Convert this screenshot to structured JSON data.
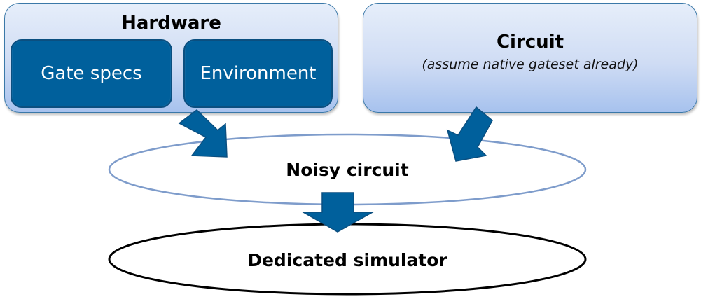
{
  "hardware": {
    "title": "Hardware",
    "components": [
      {
        "label": "Gate specs"
      },
      {
        "label": "Environment"
      }
    ]
  },
  "circuit": {
    "title": "Circuit",
    "subtitle": "(assume native gateset already)"
  },
  "nodes": {
    "noisy_circuit": "Noisy circuit",
    "simulator": "Dedicated simulator"
  },
  "edges": [
    {
      "from": "Environment",
      "to": "Noisy circuit"
    },
    {
      "from": "Circuit",
      "to": "Noisy circuit"
    },
    {
      "from": "Noisy circuit",
      "to": "Dedicated simulator"
    }
  ],
  "colors": {
    "box_dark_blue": "#00609c",
    "box_border": "#3a78a8",
    "box_light_top": "#e6eefa",
    "box_light_bottom": "#a7c2ee",
    "arrow": "#00609c",
    "noisy_ellipse_stroke": "#7e9ccb",
    "simulator_ellipse_stroke": "#000000"
  }
}
